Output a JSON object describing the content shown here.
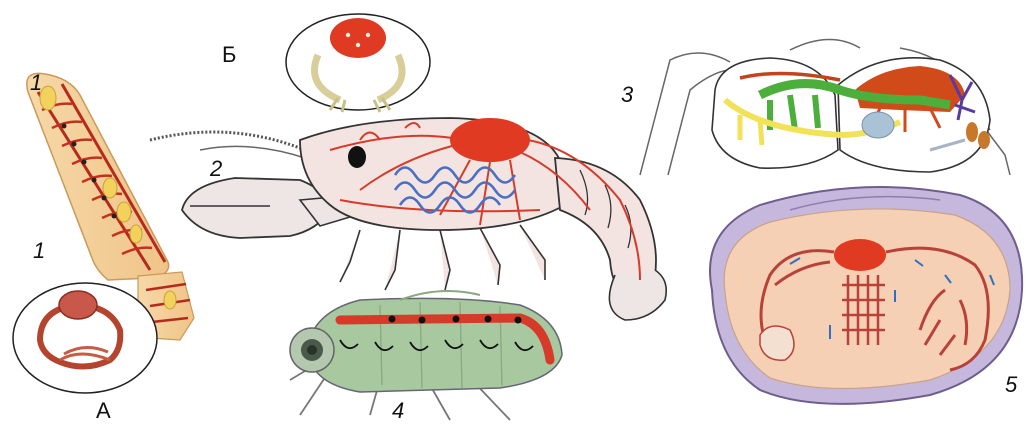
{
  "labels": {
    "worm": "1",
    "crayfish": "2",
    "spider": "3",
    "insect": "4",
    "mollusc": "5",
    "section_a": "А",
    "section_b": "Б"
  },
  "colors": {
    "vessel_red": "#d63b2a",
    "heart_red": "#e03a22",
    "gill_blue": "#4a6fc4",
    "trachea_green": "#4caf3c",
    "yellow_tube": "#f2e25a",
    "insect_green": "#a8c8a0",
    "mantle_peach": "#f6d0b4",
    "shell_lilac": "#c6b8dc"
  },
  "icons": [
    "earthworm-circulatory-diagram",
    "crayfish-circulatory-diagram",
    "spider-circulatory-diagram",
    "insect-dorsal-vessel-diagram",
    "bivalve-circulatory-diagram"
  ]
}
